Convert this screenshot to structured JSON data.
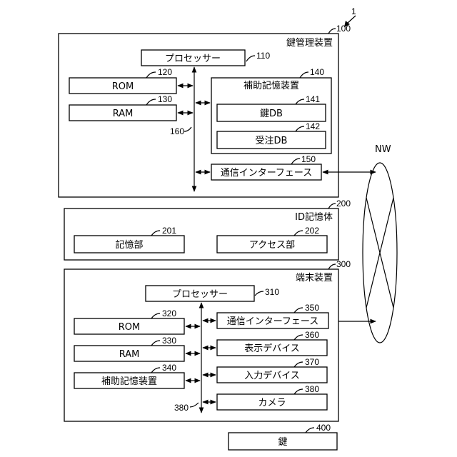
{
  "system_ref": "1",
  "key_management_device": {
    "title": "鍵管理装置",
    "ref": "100",
    "processor": {
      "label": "プロセッサー",
      "ref": "110"
    },
    "rom": {
      "label": "ROM",
      "ref": "120"
    },
    "ram": {
      "label": "RAM",
      "ref": "130"
    },
    "aux_storage": {
      "label": "補助記憶装置",
      "ref": "140"
    },
    "key_db": {
      "label": "鍵DB",
      "ref": "141"
    },
    "order_db": {
      "label": "受注DB",
      "ref": "142"
    },
    "comm_interface": {
      "label": "通信インターフェース",
      "ref": "150"
    },
    "bus_ref": "160"
  },
  "network": {
    "label": "NW"
  },
  "id_storage": {
    "title": "ID記憶体",
    "ref": "200",
    "storage_unit": {
      "label": "記憶部",
      "ref": "201"
    },
    "access_unit": {
      "label": "アクセス部",
      "ref": "202"
    }
  },
  "terminal_device": {
    "title": "端末装置",
    "ref": "300",
    "processor": {
      "label": "プロセッサー",
      "ref": "310"
    },
    "rom": {
      "label": "ROM",
      "ref": "320"
    },
    "ram": {
      "label": "RAM",
      "ref": "330"
    },
    "aux_storage": {
      "label": "補助記憶装置",
      "ref": "340"
    },
    "comm_interface": {
      "label": "通信インターフェース",
      "ref": "350"
    },
    "display_device": {
      "label": "表示デバイス",
      "ref": "360"
    },
    "input_device": {
      "label": "入力デバイス",
      "ref": "370"
    },
    "camera": {
      "label": "カメラ",
      "ref": "380"
    },
    "bus_ref": "380"
  },
  "key": {
    "label": "鍵",
    "ref": "400"
  }
}
